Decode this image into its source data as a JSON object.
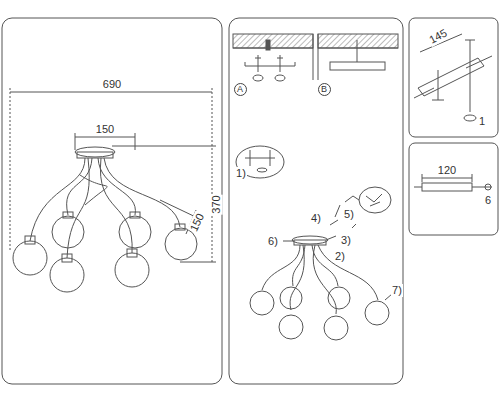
{
  "diagram": {
    "labels": [
      "690",
      "150",
      "370",
      "150",
      "A",
      "B",
      "145",
      "1",
      "1)",
      "4)",
      "5)",
      "6)",
      "3)",
      "2)",
      "7)",
      "120",
      "6"
    ]
  }
}
